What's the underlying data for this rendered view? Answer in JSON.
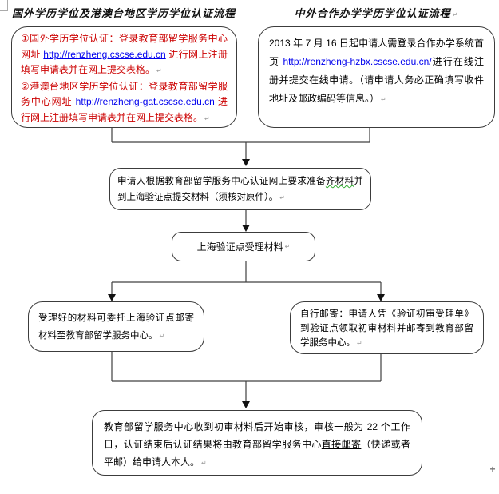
{
  "document": {
    "title_left": "国外学历学位及港澳台地区学历学位认证流程",
    "title_right": "中外合作办学学历学位认证流程",
    "return_mark": "↵",
    "resize_cross": "+"
  },
  "colors": {
    "red_text": "#cc0000",
    "link_blue": "#0000ee",
    "shape_border": "#3c3c3c",
    "connector_line": "#404040",
    "spellcheck_wavy": "#2faa2f"
  },
  "flowchart": {
    "box_overseas": {
      "p1_prefix": "①国外学历学位认证：登录教育部留学服务中心网址 ",
      "p1_link": "http://renzheng.cscse.edu.cn",
      "p1_suffix": " 进行网上注册填写申请表并在网上提交表格。",
      "p2_prefix": "②港澳台地区学历学位认证：登录教育部留学服务中心网址 ",
      "p2_link": "http://renzheng-gat.cscse.edu.cn",
      "p2_suffix": " 进行网上注册填写申请表并在网上提交表格。"
    },
    "box_joint": {
      "prefix": "2013 年 7 月 16 日起申请人需登录合作办学系统首页 ",
      "link": "http://renzheng-hzbx.cscse.edu.cn/",
      "suffix": "进行在线注册并提交在线申请。（请申请人务必正确填写收件地址及邮政编码等信息。）"
    },
    "box_prepare": {
      "prefix": "申请人根据教育部留学服务中心认证网上要求准备",
      "misspelled": "齐材料",
      "suffix": "并到上海验证点提交材料（须核对原件）。"
    },
    "box_accept": {
      "text": "上海验证点受理材料"
    },
    "box_entrust": {
      "text": "受理好的材料可委托上海验证点邮寄材料至教育部留学服务中心。"
    },
    "box_self_mail": {
      "text": "自行邮寄：申请人凭《验证初审受理单》到验证点领取初审材料并邮寄到教育部留学服务中心。"
    },
    "box_review": {
      "prefix": "教育部留学服务中心收到初审材料后开始审核，审核一般为 22 个工作日，认证结束后认证结果将由教育部留学服务中心",
      "underlined": "直接邮寄",
      "suffix": "（快递或者平邮）给申请人本人。"
    }
  }
}
